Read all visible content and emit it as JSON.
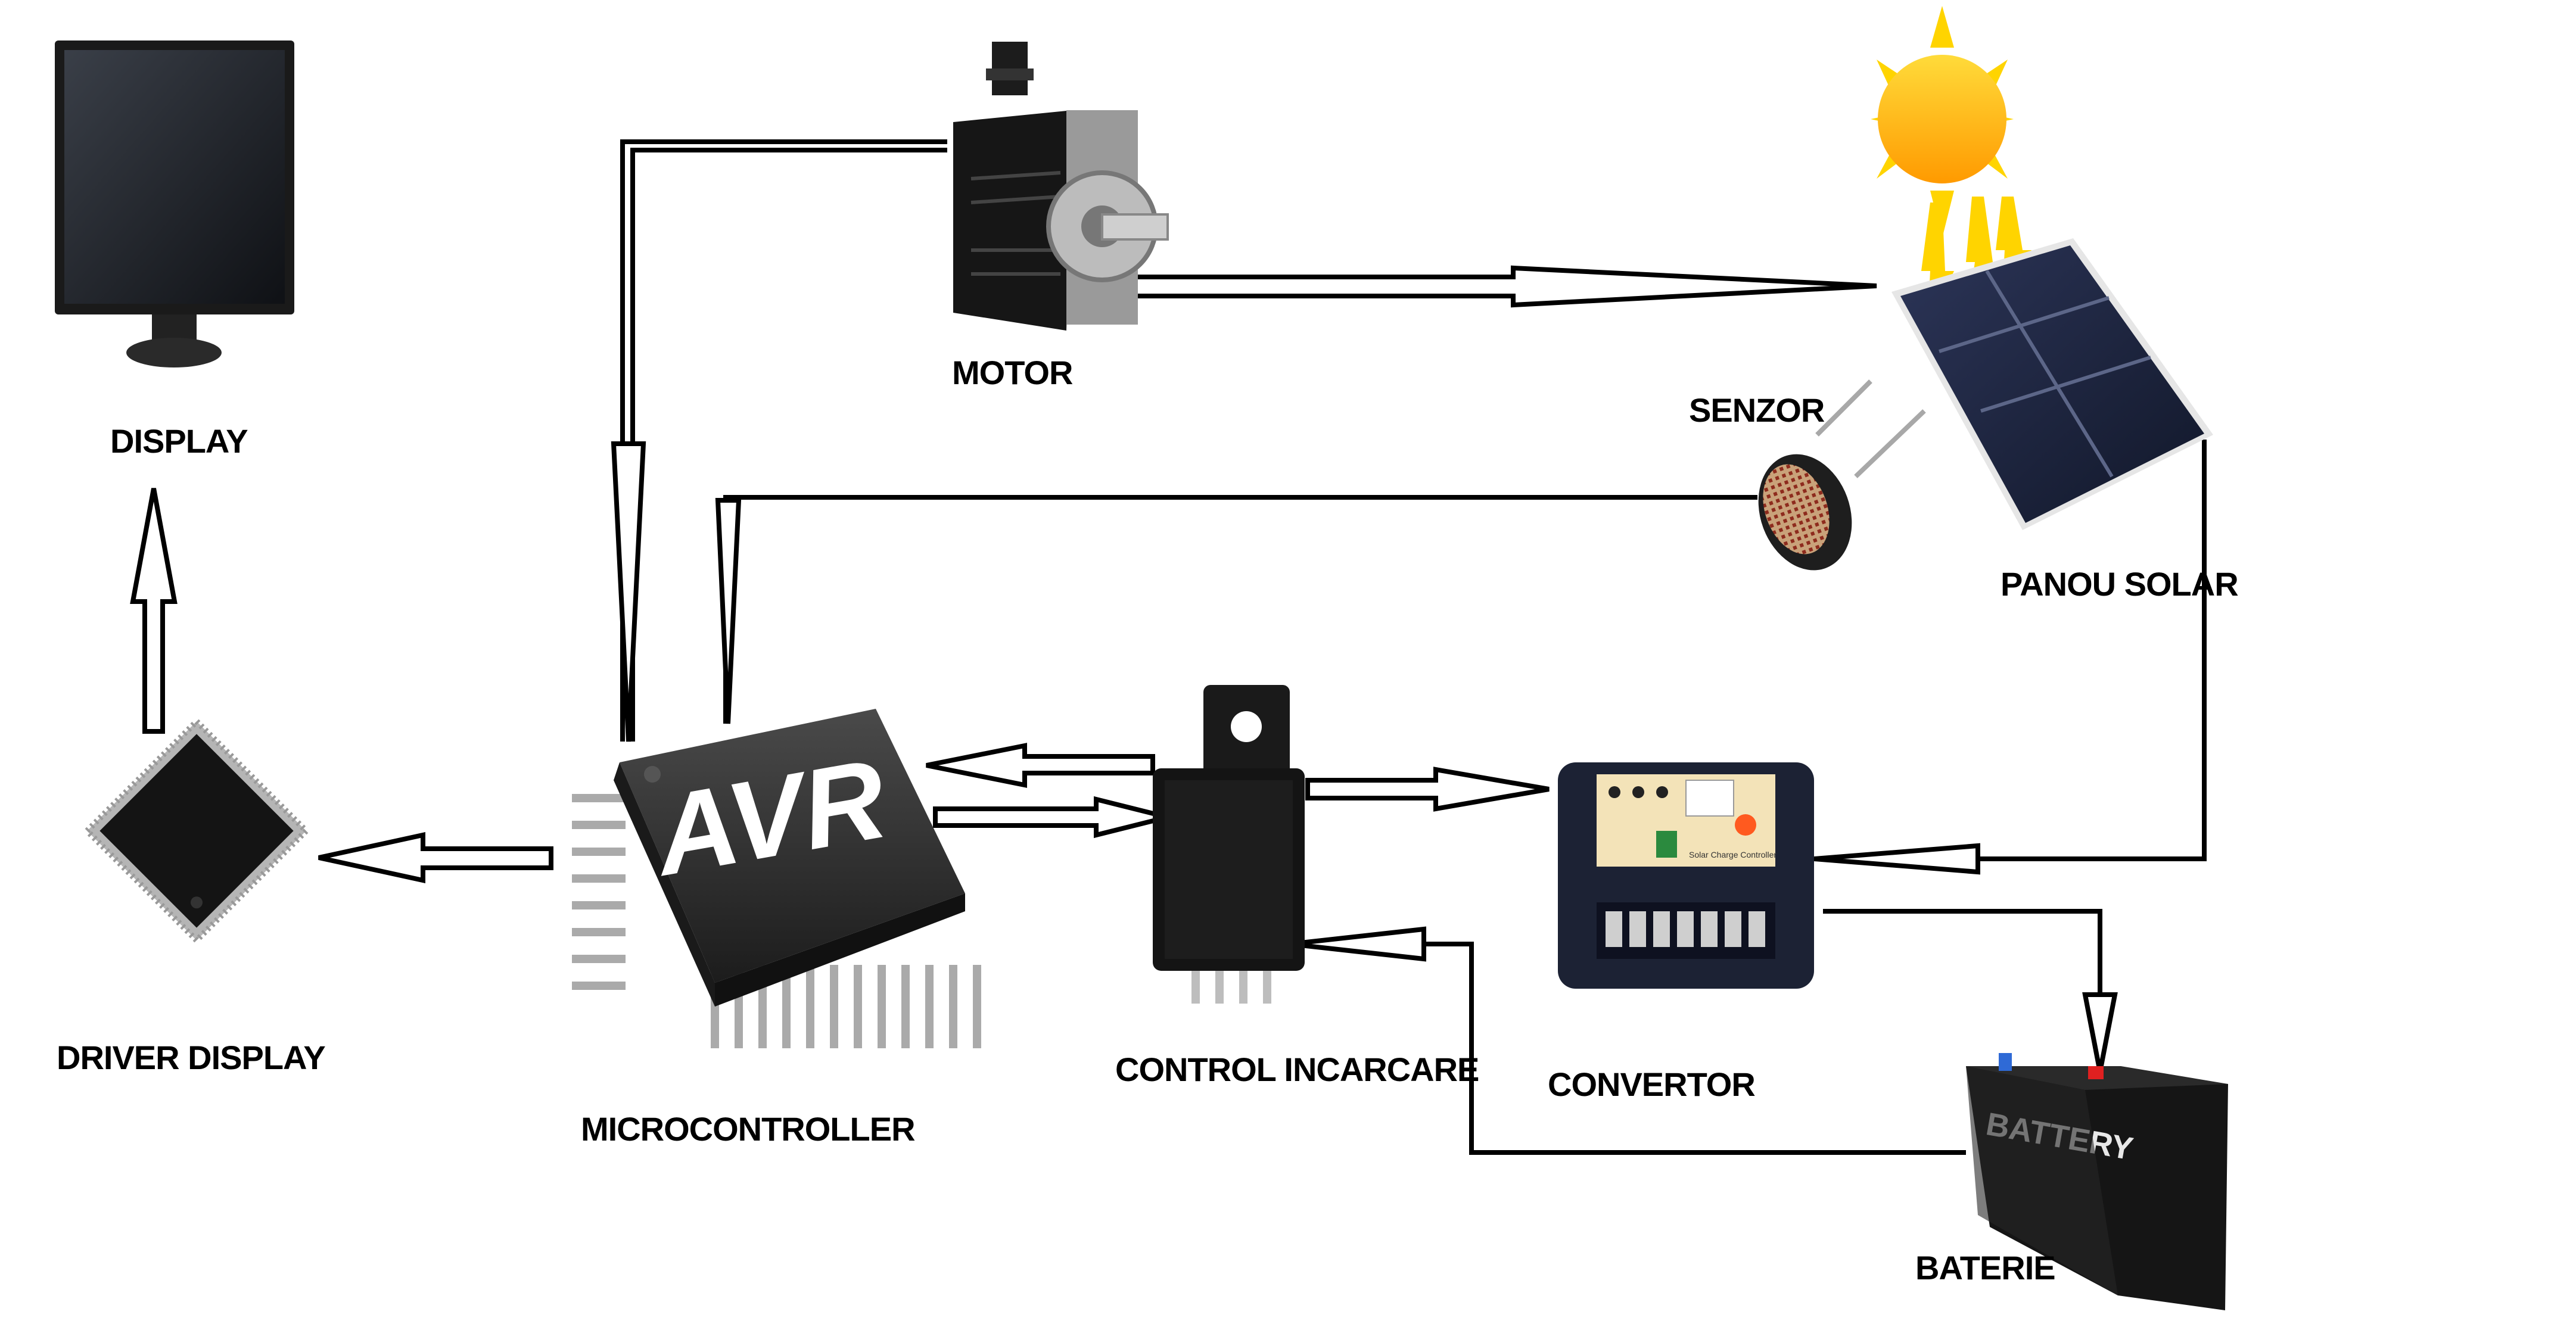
{
  "labels": {
    "display": "DISPLAY",
    "driver_display": "DRIVER DISPLAY",
    "microcontroller": "MICROCONTROLLER",
    "motor": "MOTOR",
    "senzor": "SENZOR",
    "panou_solar": "PANOU SOLAR",
    "control_incarcare": "CONTROL INCARCARE",
    "convertor": "CONVERTOR",
    "baterie": "BATERIE"
  },
  "chip_logo": "AVR",
  "battery_logo": "BATTERY",
  "controller_sticker": "Solar Charge Controller",
  "colors": {
    "line": "#000000",
    "sun_core": "#ffc200",
    "sun_ray": "#ffd400",
    "panel": "#1c2340",
    "chip": "#2b2b2b",
    "relay": "#1a1a1a",
    "controller_label": "#f3e3b8",
    "battery": "#2a2a2a"
  },
  "icons": [
    "monitor-icon",
    "chip-icon",
    "avr-microcontroller-icon",
    "servo-motor-icon",
    "sun-icon",
    "solar-panel-icon",
    "light-sensor-icon",
    "relay-icon",
    "charge-controller-icon",
    "battery-icon"
  ]
}
